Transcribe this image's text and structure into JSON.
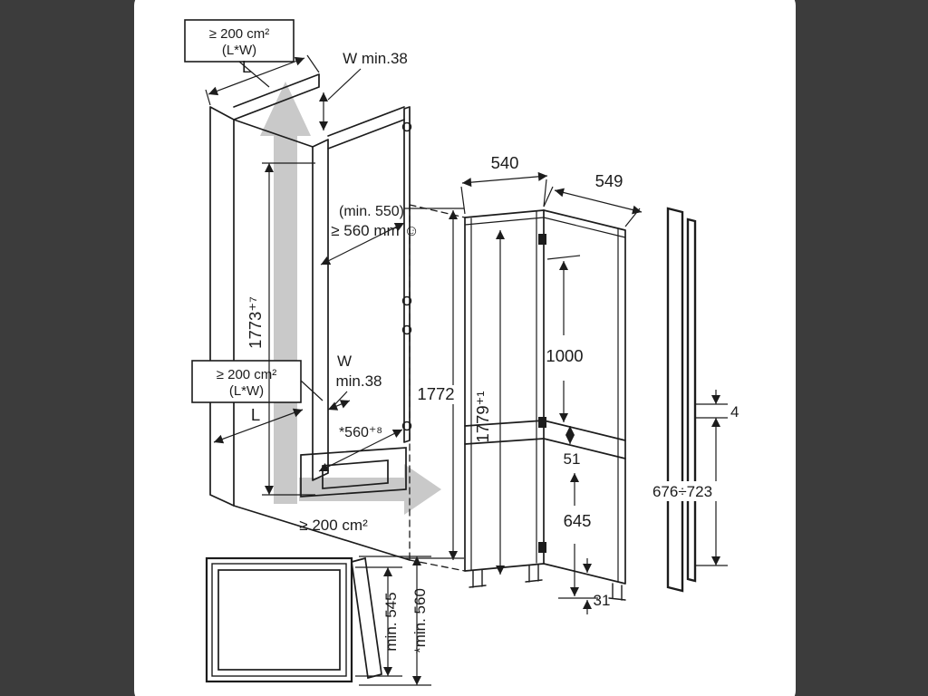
{
  "scene": {
    "background_color": "#3c3c3c",
    "paper_color": "#ffffff",
    "line_color": "#1c1c1c",
    "airflow_arrow_color": "#c9c9c9",
    "description": "Built-in fridge-freezer installation dimensions diagram"
  },
  "niche": {
    "vent_top_box": {
      "line1": "≥ 200 cm²",
      "line2": "(L*W)"
    },
    "vent_mid_box": {
      "line1": "≥ 200 cm²",
      "line2": "(L*W)"
    },
    "vent_bottom_label": "≥ 200 cm²",
    "top_length_label": "L",
    "top_width_label": "W min.38",
    "mid_length_label": "L",
    "mid_width_label_line1": "W",
    "mid_width_label_line2": "min.38",
    "height_label": "1773⁺⁷",
    "inner_height_label": "1772",
    "depth_label_line1": "(min. 550)",
    "depth_label_line2": "≥ 560 mm ☺",
    "base_depth_label": "*560⁺⁸"
  },
  "appliance": {
    "width_label": "540",
    "depth_label": "549",
    "height_label": "1779⁺¹",
    "upper_compartment_label": "1000",
    "compartment_gap_label": "51",
    "lower_compartment_label": "645",
    "foot_height_label": "31"
  },
  "door_panel": {
    "gap_label": "4",
    "height_range_label": "676÷723"
  },
  "plan_view": {
    "inner_depth_label": "min. 545",
    "outer_depth_label": "*min. 560"
  }
}
